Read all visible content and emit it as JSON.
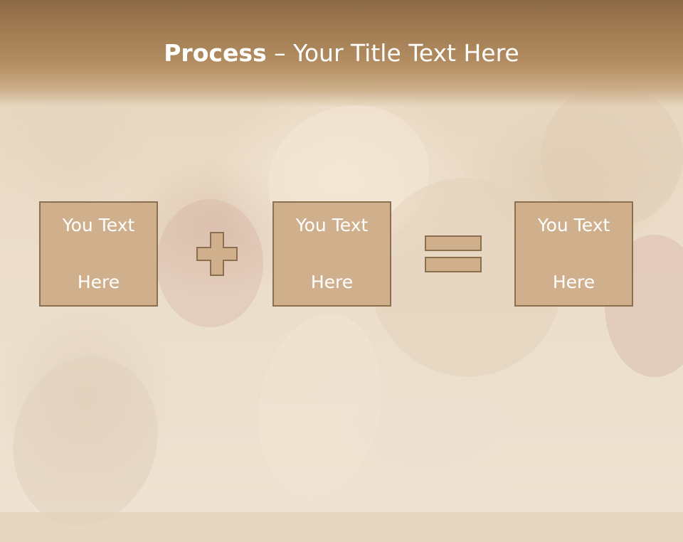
{
  "slide": {
    "title_bold": "Process",
    "title_separator": " – ",
    "title_rest": "Your Title Text Here",
    "boxes": [
      {
        "line1": "You Text",
        "line2": "Here"
      },
      {
        "line1": "You Text",
        "line2": "Here"
      },
      {
        "line1": "You Text",
        "line2": "Here"
      }
    ],
    "operators": [
      "plus-icon",
      "equals-icon"
    ]
  },
  "colors": {
    "header": "#a17d54",
    "box_fill": "#d0af8c",
    "box_border": "#8c6f4f",
    "text": "#ffffff"
  }
}
